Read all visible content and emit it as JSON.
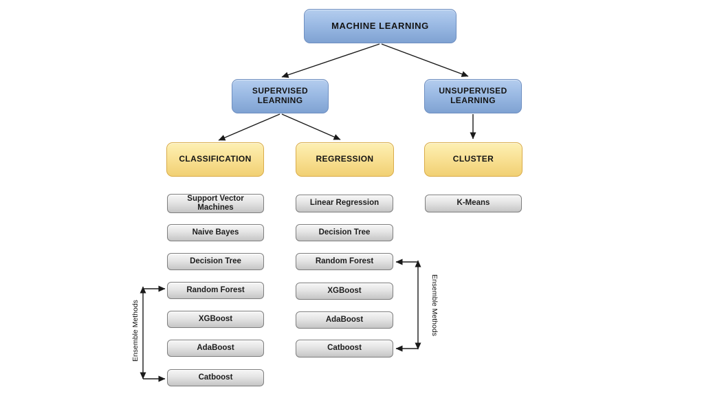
{
  "diagram": {
    "root": {
      "label": "MACHINE LEARNING"
    },
    "branches": {
      "supervised": {
        "label": "SUPERVISED LEARNING"
      },
      "unsupervised": {
        "label": "UNSUPERVISED LEARNING"
      }
    },
    "categories": {
      "classification": {
        "label": "CLASSIFICATION",
        "algorithms": [
          "Support Vector Machines",
          "Naive Bayes",
          "Decision Tree",
          "Random Forest",
          "XGBoost",
          "AdaBoost",
          "Catboost"
        ]
      },
      "regression": {
        "label": "REGRESSION",
        "algorithms": [
          "Linear Regression",
          "Decision Tree",
          "Random Forest",
          "XGBoost",
          "AdaBoost",
          "Catboost"
        ]
      },
      "cluster": {
        "label": "CLUSTER",
        "algorithms": [
          "K-Means"
        ]
      }
    },
    "annotations": {
      "ensemble_left": "Ensemble Methods",
      "ensemble_right": "Ensemble Methods"
    },
    "colors": {
      "blue_box_top": "#b4cdee",
      "blue_box_bottom": "#7fa2d2",
      "blue_box_border": "#6d8ec0",
      "yellow_box_top": "#fdf0b4",
      "yellow_box_bottom": "#f1d073",
      "yellow_box_border": "#d9ab48",
      "gray_box_top": "#f7f7f7",
      "gray_box_bottom": "#c5c5c5",
      "gray_box_border": "#7d7d7d",
      "arrow": "#1a1a1a",
      "text": "#141414",
      "background": "#ffffff"
    }
  }
}
